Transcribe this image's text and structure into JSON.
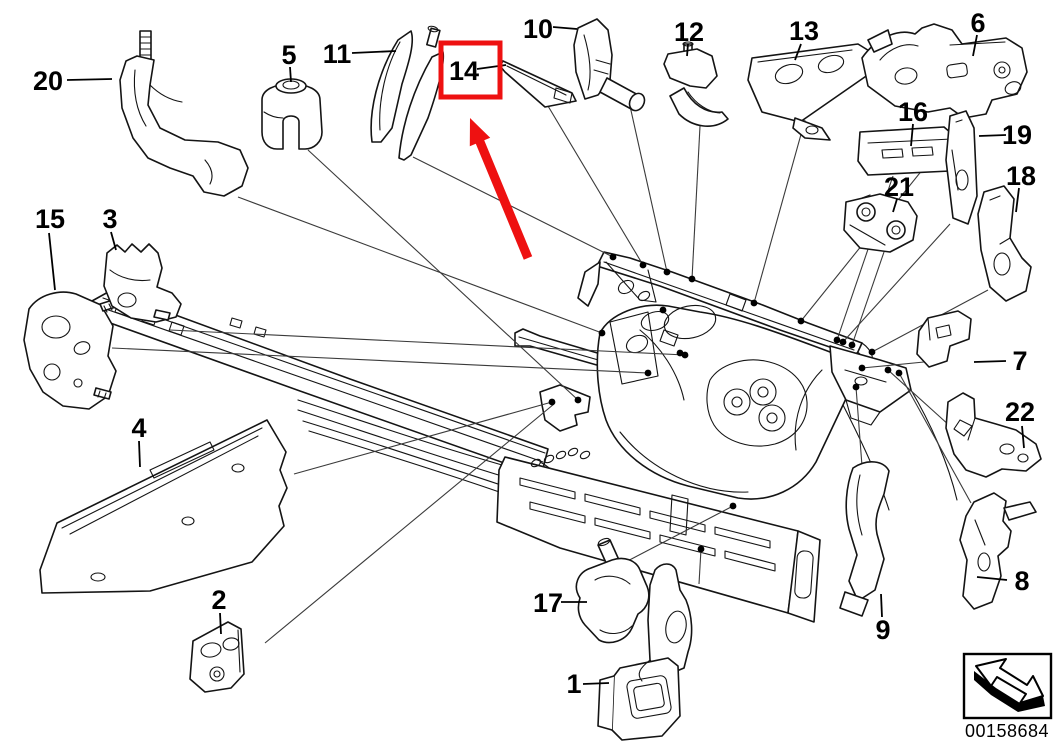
{
  "diagram": {
    "stamp_number": "00158684",
    "highlighted_callout": "14",
    "highlight_color": "#ee1111",
    "line_color": "#141414",
    "background": "#ffffff"
  },
  "stamp": {
    "icon": "direction-arrow-icon",
    "number": "00158684"
  },
  "callouts": [
    {
      "label": "1"
    },
    {
      "label": "2"
    },
    {
      "label": "3"
    },
    {
      "label": "4"
    },
    {
      "label": "5"
    },
    {
      "label": "6"
    },
    {
      "label": "7"
    },
    {
      "label": "8"
    },
    {
      "label": "9"
    },
    {
      "label": "10"
    },
    {
      "label": "11"
    },
    {
      "label": "12"
    },
    {
      "label": "13"
    },
    {
      "label": "14"
    },
    {
      "label": "15"
    },
    {
      "label": "16"
    },
    {
      "label": "17"
    },
    {
      "label": "18"
    },
    {
      "label": "19"
    },
    {
      "label": "20"
    },
    {
      "label": "21"
    },
    {
      "label": "22"
    }
  ]
}
